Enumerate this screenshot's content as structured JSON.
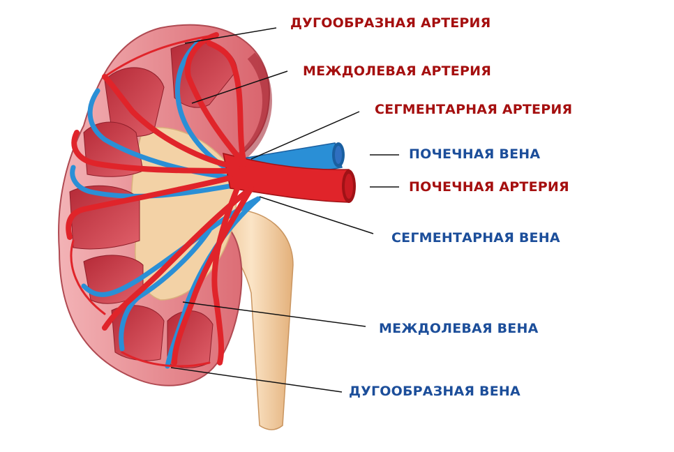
{
  "diagram": {
    "subject": "kidney blood supply",
    "colors": {
      "artery_label": "#a50f0f",
      "vein_label": "#1c4e9a",
      "artery_vessel": "#e0242a",
      "vein_vessel": "#2a8fd6",
      "cortex": "#e88a8f",
      "pyramid": "#c23a45",
      "pelvis": "#f3d2a6",
      "leader_line": "#111111"
    },
    "labels": [
      {
        "id": "arcuate_artery",
        "text": "ДУГООБРАЗНАЯ АРТЕРИЯ",
        "type": "artery"
      },
      {
        "id": "interlobar_artery",
        "text": "МЕЖДОЛЕВАЯ АРТЕРИЯ",
        "type": "artery"
      },
      {
        "id": "segmental_artery",
        "text": "СЕГМЕНТАРНАЯ АРТЕРИЯ",
        "type": "artery"
      },
      {
        "id": "renal_vein",
        "text": "ПОЧЕЧНАЯ ВЕНА",
        "type": "vein"
      },
      {
        "id": "renal_artery",
        "text": "ПОЧЕЧНАЯ АРТЕРИЯ",
        "type": "artery"
      },
      {
        "id": "segmental_vein",
        "text": "СЕГМЕНТАРНАЯ ВЕНА",
        "type": "vein"
      },
      {
        "id": "interlobar_vein",
        "text": "МЕЖДОЛЕВАЯ ВЕНА",
        "type": "vein"
      },
      {
        "id": "arcuate_vein",
        "text": "ДУГООБРАЗНАЯ ВЕНА",
        "type": "vein"
      }
    ]
  }
}
